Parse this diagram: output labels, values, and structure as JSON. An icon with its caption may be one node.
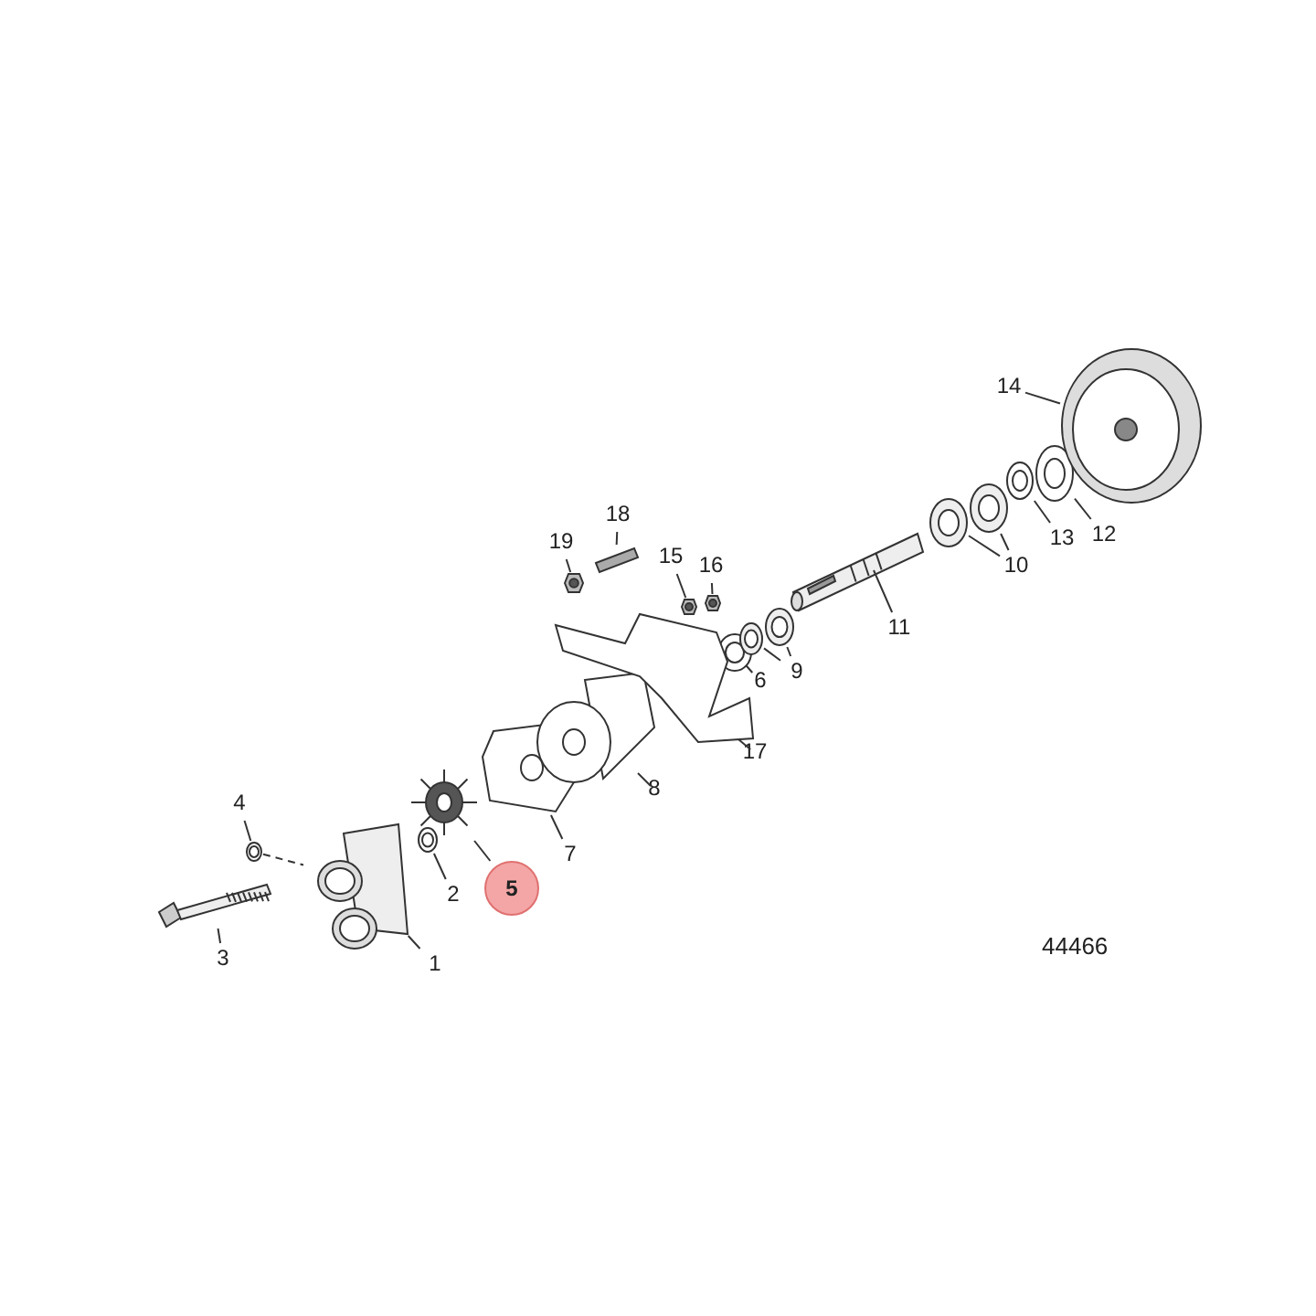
{
  "diagram": {
    "nodes": [
      {
        "text": [
          "1"
        ]
      },
      {
        "text": [
          "2"
        ]
      },
      {
        "text": [
          "3"
        ]
      },
      {
        "text": [
          "4"
        ]
      },
      {
        "text": [
          "5"
        ]
      },
      {
        "text": [
          "6"
        ]
      },
      {
        "text": [
          "7"
        ]
      },
      {
        "text": [
          "8"
        ]
      },
      {
        "text": [
          "9"
        ]
      },
      {
        "text": [
          "10"
        ]
      },
      {
        "text": [
          "11"
        ]
      },
      {
        "text": [
          "12"
        ]
      },
      {
        "text": [
          "13"
        ]
      },
      {
        "text": [
          "14"
        ]
      },
      {
        "text": [
          "15"
        ]
      },
      {
        "text": [
          "16"
        ]
      },
      {
        "text": [
          "17"
        ]
      },
      {
        "text": [
          "18"
        ]
      },
      {
        "text": [
          "19"
        ]
      },
      {
        "text": [],
        "shape": "picture"
      },
      {
        "text": [],
        "shape": "picture"
      },
      {
        "text": [],
        "shape": "picture"
      },
      {
        "text": [],
        "shape": "picture"
      },
      {
        "text": [],
        "shape": "picture"
      },
      {
        "text": [],
        "shape": "picture"
      },
      {
        "text": [],
        "shape": "picture"
      },
      {
        "text": [],
        "shape": "picture"
      },
      {
        "text": [],
        "shape": "picture"
      },
      {
        "text": [],
        "shape": "picture"
      },
      {
        "text": [],
        "shape": "picture"
      },
      {
        "text": [],
        "shape": "picture"
      },
      {
        "text": [],
        "shape": "picture"
      },
      {
        "text": [],
        "shape": "picture"
      },
      {
        "text": [],
        "shape": "picture"
      },
      {
        "text": [],
        "shape": "picture"
      },
      {
        "text": [],
        "shape": "picture"
      },
      {
        "text": [],
        "shape": "picture"
      },
      {
        "text": [],
        "shape": "picture"
      },
      {
        "text": [],
        "shape": "picture"
      },
      {
        "text": [],
        "shape": "picture"
      }
    ],
    "edges": [
      {
        "from": 0,
        "to": 19,
        "arrow": "none"
      },
      {
        "from": 1,
        "to": 20,
        "arrow": "none"
      },
      {
        "from": 2,
        "to": 21,
        "arrow": "none"
      },
      {
        "from": 3,
        "to": 22,
        "arrow": "none"
      },
      {
        "from": 4,
        "to": 23,
        "arrow": "none"
      },
      {
        "from": 5,
        "to": 24,
        "arrow": "none"
      },
      {
        "from": 6,
        "to": 25,
        "arrow": "none"
      },
      {
        "from": 7,
        "to": 26,
        "arrow": "none"
      },
      {
        "from": 8,
        "to": 27,
        "arrow": "none"
      },
      {
        "from": 8,
        "to": 28,
        "arrow": "none"
      },
      {
        "from": 9,
        "to": 29,
        "arrow": "none"
      },
      {
        "from": 9,
        "to": 30,
        "arrow": "none"
      },
      {
        "from": 10,
        "to": 31,
        "arrow": "none"
      },
      {
        "from": 11,
        "to": 32,
        "arrow": "none"
      },
      {
        "from": 12,
        "to": 33,
        "arrow": "none"
      },
      {
        "from": 13,
        "to": 34,
        "arrow": "none"
      },
      {
        "from": 14,
        "to": 35,
        "arrow": "none"
      },
      {
        "from": 15,
        "to": 36,
        "arrow": "none"
      },
      {
        "from": 16,
        "to": 37,
        "arrow": "none"
      },
      {
        "from": 17,
        "to": 38,
        "arrow": "none"
      },
      {
        "from": 18,
        "to": 39,
        "arrow": "none"
      },
      {
        "from": 22,
        "to": 19,
        "arrow": "none",
        "style": "dashed"
      }
    ],
    "labels": [
      "44466"
    ]
  }
}
